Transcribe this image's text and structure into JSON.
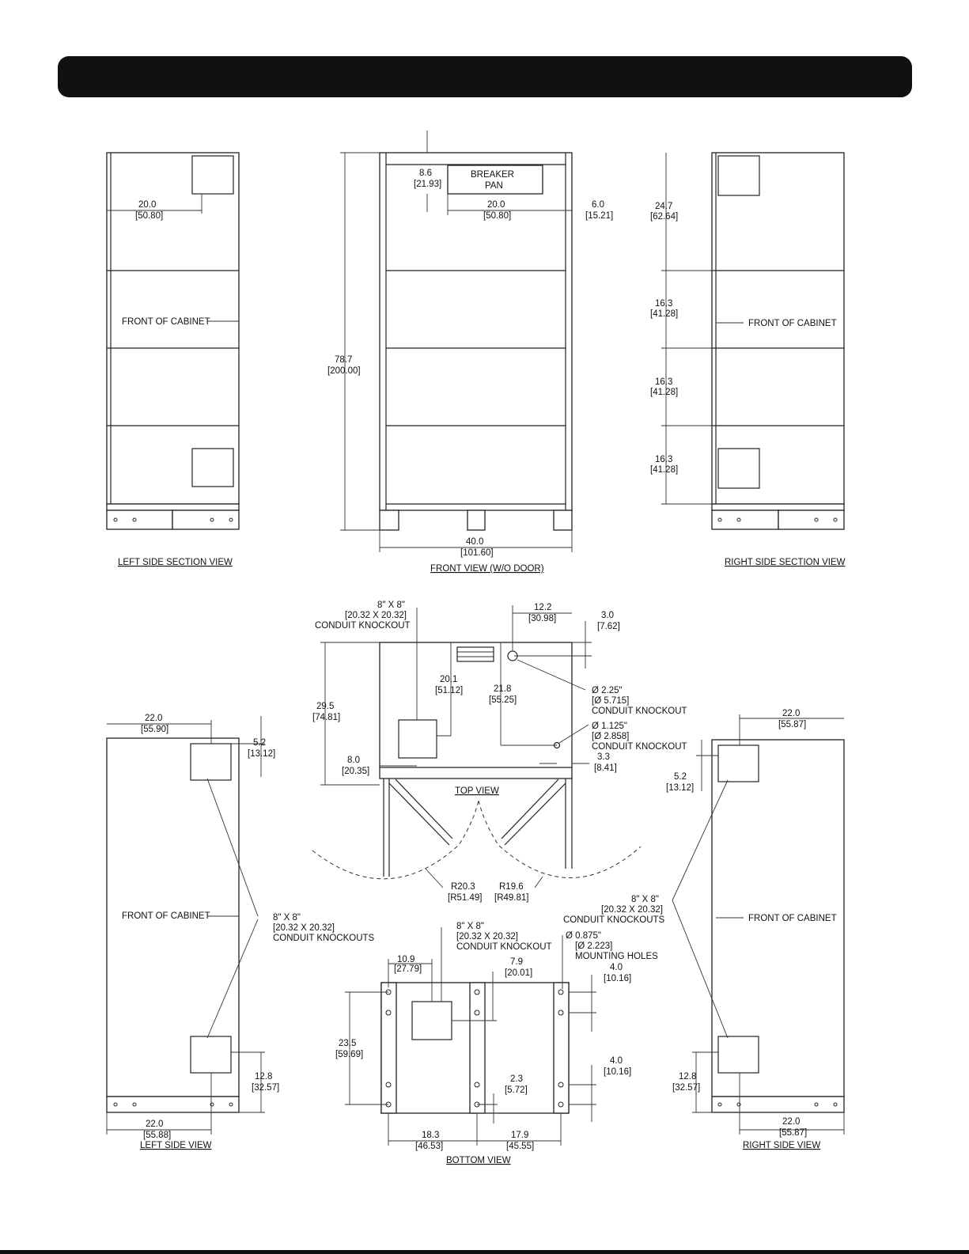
{
  "left_section": {
    "dim_width": "20.0",
    "dim_width_mm": "[50.80]",
    "front_label": "FRONT OF CABINET",
    "title": "LEFT SIDE SECTION VIEW"
  },
  "front_view": {
    "breaker": "BREAKER",
    "pan": "PAN",
    "dim_top": "8.6",
    "dim_top_mm": "[21.93]",
    "dim_pan": "20.0",
    "dim_pan_mm": "[50.80]",
    "dim_edge": "6.0",
    "dim_edge_mm": "[15.21]",
    "dim_height": "78.7",
    "dim_height_mm": "[200.00]",
    "dim_width": "40.0",
    "dim_width_mm": "[101.60]",
    "title": "FRONT VIEW (W/O DOOR)"
  },
  "right_section": {
    "d1": "24.7",
    "d1_mm": "[62.64]",
    "d2": "16.3",
    "d2_mm": "[41.28]",
    "d3": "16.3",
    "d3_mm": "[41.28]",
    "d4": "16.3",
    "d4_mm": "[41.28]",
    "front_label": "FRONT OF CABINET",
    "title": "RIGHT SIDE SECTION VIEW"
  },
  "top_view": {
    "ko_size": "8\" X 8\"",
    "ko_size_mm": "[20.32 X 20.32]",
    "ko_label": "CONDUIT KNOCKOUT",
    "d_122": "12.2",
    "d_122_mm": "[30.98]",
    "d_30": "3.0",
    "d_30_mm": "[7.62]",
    "d_201": "20.1",
    "d_201_mm": "[51.12]",
    "d_218": "21.8",
    "d_218_mm": "[55.25]",
    "d_295": "29.5",
    "d_295_mm": "[74.81]",
    "d_80": "8.0",
    "d_80_mm": "[20.35]",
    "d_33": "3.3",
    "d_33_mm": "[8.41]",
    "hole1": "Ø 2.25\"",
    "hole1_mm": "[Ø 5.715]",
    "hole1_label": "CONDUIT KNOCKOUT",
    "hole2": "Ø 1.125\"",
    "hole2_mm": "[Ø 2.858]",
    "hole2_label": "CONDUIT KNOCKOUT",
    "title": "TOP VIEW",
    "r1": "R20.3",
    "r1_mm": "[R51.49]",
    "r2": "R19.6",
    "r2_mm": "[R49.81]"
  },
  "left_side": {
    "d_w": "22.0",
    "d_w_mm": "[55.90]",
    "d_52": "5.2",
    "d_52_mm": "[13.12]",
    "front_label": "FRONT OF CABINET",
    "ko_size": "8\" X 8\"",
    "ko_size_mm": "[20.32 X 20.32]",
    "ko_label": "CONDUIT KNOCKOUTS",
    "d_128": "12.8",
    "d_128_mm": "[32.57]",
    "d_bw": "22.0",
    "d_bw_mm": "[55.88]",
    "title": "LEFT SIDE VIEW"
  },
  "right_side": {
    "d_w": "22.0",
    "d_w_mm": "[55.87]",
    "d_52": "5.2",
    "d_52_mm": "[13.12]",
    "ko_size": "8\" X 8\"",
    "ko_size_mm": "[20.32 X 20.32]",
    "ko_label": "CONDUIT KNOCKOUTS",
    "front_label": "FRONT OF CABINET",
    "d_128": "12.8",
    "d_128_mm": "[32.57]",
    "d_bw": "22.0",
    "d_bw_mm": "[55.87]",
    "title": "RIGHT SIDE VIEW"
  },
  "bottom_view": {
    "ko_size": "8\" X 8\"",
    "ko_size_mm": "[20.32 X 20.32]",
    "ko_label": "CONDUIT KNOCKOUT",
    "holes": "Ø 0.875\"",
    "holes_mm": "[Ø 2.223]",
    "holes_label": "MOUNTING HOLES",
    "d_109": "10.9",
    "d_109_mm": "[27.79]",
    "d_79": "7.9",
    "d_79_mm": "[20.01]",
    "d_40a": "4.0",
    "d_40a_mm": "[10.16]",
    "d_235": "23.5",
    "d_235_mm": "[59.69]",
    "d_40b": "4.0",
    "d_40b_mm": "[10.16]",
    "d_23": "2.3",
    "d_23_mm": "[5.72]",
    "d_183": "18.3",
    "d_183_mm": "[46.53]",
    "d_179": "17.9",
    "d_179_mm": "[45.55]",
    "title": "BOTTOM VIEW"
  }
}
